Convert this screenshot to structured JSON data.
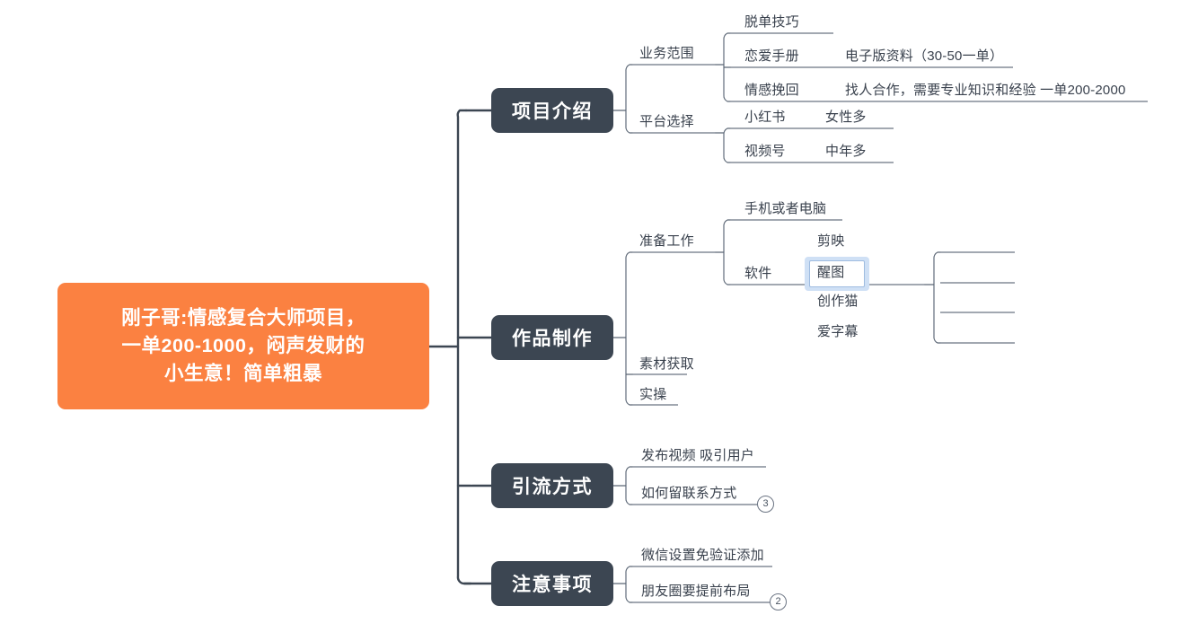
{
  "diagram": {
    "type": "mind-map",
    "background_color": "#ffffff",
    "root_color": "#fb8141",
    "branch_color": "#3c4652",
    "line_color": "#5b6675",
    "text_color": "#39414d",
    "selection_color": "#cfe0f5"
  },
  "root": {
    "label": "刚子哥:情感复合大师项目，一单200-1000，闷声发财的小生意！简单粗暴",
    "line1": "刚子哥:情感复合大师项目，",
    "line2": "一单200-1000，闷声发财的",
    "line3": "小生意！简单粗暴"
  },
  "branches": [
    {
      "label": "项目介绍",
      "children": [
        {
          "label": "业务范围",
          "children": [
            {
              "label": "脱单技巧",
              "note": ""
            },
            {
              "label": "恋爱手册",
              "note": "电子版资料（30-50一单）"
            },
            {
              "label": "情感挽回",
              "note": "找人合作，需要专业知识和经验 一单200-2000"
            }
          ]
        },
        {
          "label": "平台选择",
          "children": [
            {
              "label": "小红书",
              "note": "女性多"
            },
            {
              "label": "视频号",
              "note": "中年多"
            }
          ]
        }
      ]
    },
    {
      "label": "作品制作",
      "children": [
        {
          "label": "准备工作",
          "children": [
            {
              "label": "手机或者电脑",
              "note": ""
            },
            {
              "label": "软件",
              "note": "",
              "children": [
                {
                  "label": "剪映",
                  "selected": false
                },
                {
                  "label": "醒图",
                  "selected": true
                },
                {
                  "label": "创作猫",
                  "selected": false
                },
                {
                  "label": "爱字幕",
                  "selected": false
                }
              ]
            }
          ]
        },
        {
          "label": "素材获取",
          "children": []
        },
        {
          "label": "实操",
          "children": []
        }
      ]
    },
    {
      "label": "引流方式",
      "children": [
        {
          "label": "发布视频 吸引用户",
          "badge": ""
        },
        {
          "label": "如何留联系方式",
          "badge": "3"
        }
      ]
    },
    {
      "label": "注意事项",
      "children": [
        {
          "label": "微信设置免验证添加",
          "badge": ""
        },
        {
          "label": "朋友圈要提前布局",
          "badge": "2"
        }
      ]
    }
  ]
}
